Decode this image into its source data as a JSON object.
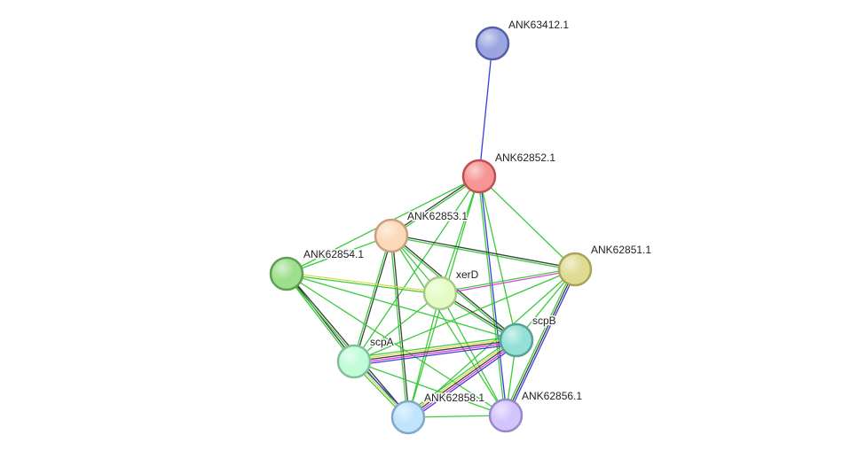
{
  "network": {
    "nodes": [
      {
        "id": "ANK63412.1",
        "label": "ANK63412.1",
        "fill": "#9ba6e0",
        "stroke": "#5560a8"
      },
      {
        "id": "ANK62852.1",
        "label": "ANK62852.1",
        "fill": "#f79494",
        "stroke": "#c05050"
      },
      {
        "id": "ANK62853.1",
        "label": "ANK62853.1",
        "fill": "#fcd9b8",
        "stroke": "#c8a080"
      },
      {
        "id": "ANK62851.1",
        "label": "ANK62851.1",
        "fill": "#dedc94",
        "stroke": "#a8a458"
      },
      {
        "id": "ANK62854.1",
        "label": "ANK62854.1",
        "fill": "#9ede8c",
        "stroke": "#5ea050"
      },
      {
        "id": "xerD",
        "label": "xerD",
        "fill": "#e4fcc4",
        "stroke": "#a8c888"
      },
      {
        "id": "scpB",
        "label": "scpB",
        "fill": "#94e0d6",
        "stroke": "#58a098"
      },
      {
        "id": "scpA",
        "label": "scpA",
        "fill": "#c0fcd8",
        "stroke": "#80c098"
      },
      {
        "id": "ANK62858.1",
        "label": "ANK62858.1",
        "fill": "#c0e4fc",
        "stroke": "#80a8c8"
      },
      {
        "id": "ANK62856.1",
        "label": "ANK62856.1",
        "fill": "#d4c4fc",
        "stroke": "#9888c8"
      }
    ],
    "evidence_colors": {
      "textmining": "#32c832",
      "coexpression": "#333333",
      "database": "#3333dd",
      "experiments": "#dd33dd",
      "neighborhood": "#d8d840",
      "fusion": "#dd3333"
    },
    "edges": [
      {
        "source": "ANK63412.1",
        "target": "ANK62852.1",
        "evidence": [
          "database"
        ]
      },
      {
        "source": "ANK62852.1",
        "target": "ANK62853.1",
        "evidence": [
          "textmining",
          "coexpression"
        ]
      },
      {
        "source": "ANK62852.1",
        "target": "ANK62854.1",
        "evidence": [
          "textmining"
        ]
      },
      {
        "source": "ANK62852.1",
        "target": "ANK62851.1",
        "evidence": [
          "textmining"
        ]
      },
      {
        "source": "ANK62852.1",
        "target": "xerD",
        "evidence": [
          "textmining"
        ]
      },
      {
        "source": "ANK62852.1",
        "target": "scpB",
        "evidence": [
          "textmining"
        ]
      },
      {
        "source": "ANK62852.1",
        "target": "scpA",
        "evidence": [
          "textmining"
        ]
      },
      {
        "source": "ANK62852.1",
        "target": "ANK62858.1",
        "evidence": [
          "textmining"
        ]
      },
      {
        "source": "ANK62852.1",
        "target": "ANK62856.1",
        "evidence": [
          "database",
          "textmining"
        ]
      },
      {
        "source": "ANK62853.1",
        "target": "ANK62854.1",
        "evidence": [
          "textmining"
        ]
      },
      {
        "source": "ANK62853.1",
        "target": "ANK62851.1",
        "evidence": [
          "coexpression",
          "textmining"
        ]
      },
      {
        "source": "ANK62853.1",
        "target": "xerD",
        "evidence": [
          "textmining"
        ]
      },
      {
        "source": "ANK62853.1",
        "target": "scpB",
        "evidence": [
          "coexpression",
          "textmining"
        ]
      },
      {
        "source": "ANK62853.1",
        "target": "scpA",
        "evidence": [
          "coexpression",
          "textmining"
        ]
      },
      {
        "source": "ANK62853.1",
        "target": "ANK62858.1",
        "evidence": [
          "coexpression",
          "textmining"
        ]
      },
      {
        "source": "ANK62853.1",
        "target": "ANK62856.1",
        "evidence": [
          "textmining"
        ]
      },
      {
        "source": "ANK62854.1",
        "target": "xerD",
        "evidence": [
          "neighborhood",
          "textmining"
        ]
      },
      {
        "source": "ANK62854.1",
        "target": "scpB",
        "evidence": [
          "textmining"
        ]
      },
      {
        "source": "ANK62854.1",
        "target": "scpA",
        "evidence": [
          "coexpression",
          "textmining"
        ]
      },
      {
        "source": "ANK62854.1",
        "target": "ANK62858.1",
        "evidence": [
          "coexpression",
          "textmining"
        ]
      },
      {
        "source": "ANK62854.1",
        "target": "ANK62856.1",
        "evidence": [
          "textmining"
        ]
      },
      {
        "source": "ANK62851.1",
        "target": "xerD",
        "evidence": [
          "experiments",
          "textmining"
        ]
      },
      {
        "source": "ANK62851.1",
        "target": "scpB",
        "evidence": [
          "textmining"
        ]
      },
      {
        "source": "ANK62851.1",
        "target": "scpA",
        "evidence": [
          "textmining"
        ]
      },
      {
        "source": "ANK62851.1",
        "target": "ANK62858.1",
        "evidence": [
          "textmining"
        ]
      },
      {
        "source": "ANK62851.1",
        "target": "ANK62856.1",
        "evidence": [
          "database",
          "coexpression",
          "textmining"
        ]
      },
      {
        "source": "xerD",
        "target": "scpB",
        "evidence": [
          "coexpression",
          "textmining"
        ]
      },
      {
        "source": "xerD",
        "target": "scpA",
        "evidence": [
          "textmining"
        ]
      },
      {
        "source": "xerD",
        "target": "ANK62858.1",
        "evidence": [
          "textmining"
        ]
      },
      {
        "source": "xerD",
        "target": "ANK62856.1",
        "evidence": [
          "textmining"
        ]
      },
      {
        "source": "scpB",
        "target": "scpA",
        "evidence": [
          "database",
          "experiments",
          "coexpression",
          "neighborhood",
          "textmining"
        ]
      },
      {
        "source": "scpB",
        "target": "ANK62858.1",
        "evidence": [
          "database",
          "experiments",
          "coexpression",
          "neighborhood",
          "textmining"
        ]
      },
      {
        "source": "scpB",
        "target": "ANK62856.1",
        "evidence": [
          "textmining"
        ]
      },
      {
        "source": "scpA",
        "target": "ANK62858.1",
        "evidence": [
          "database",
          "neighborhood",
          "textmining"
        ]
      },
      {
        "source": "scpA",
        "target": "ANK62856.1",
        "evidence": [
          "textmining"
        ]
      },
      {
        "source": "ANK62858.1",
        "target": "ANK62856.1",
        "evidence": [
          "textmining"
        ]
      }
    ]
  }
}
